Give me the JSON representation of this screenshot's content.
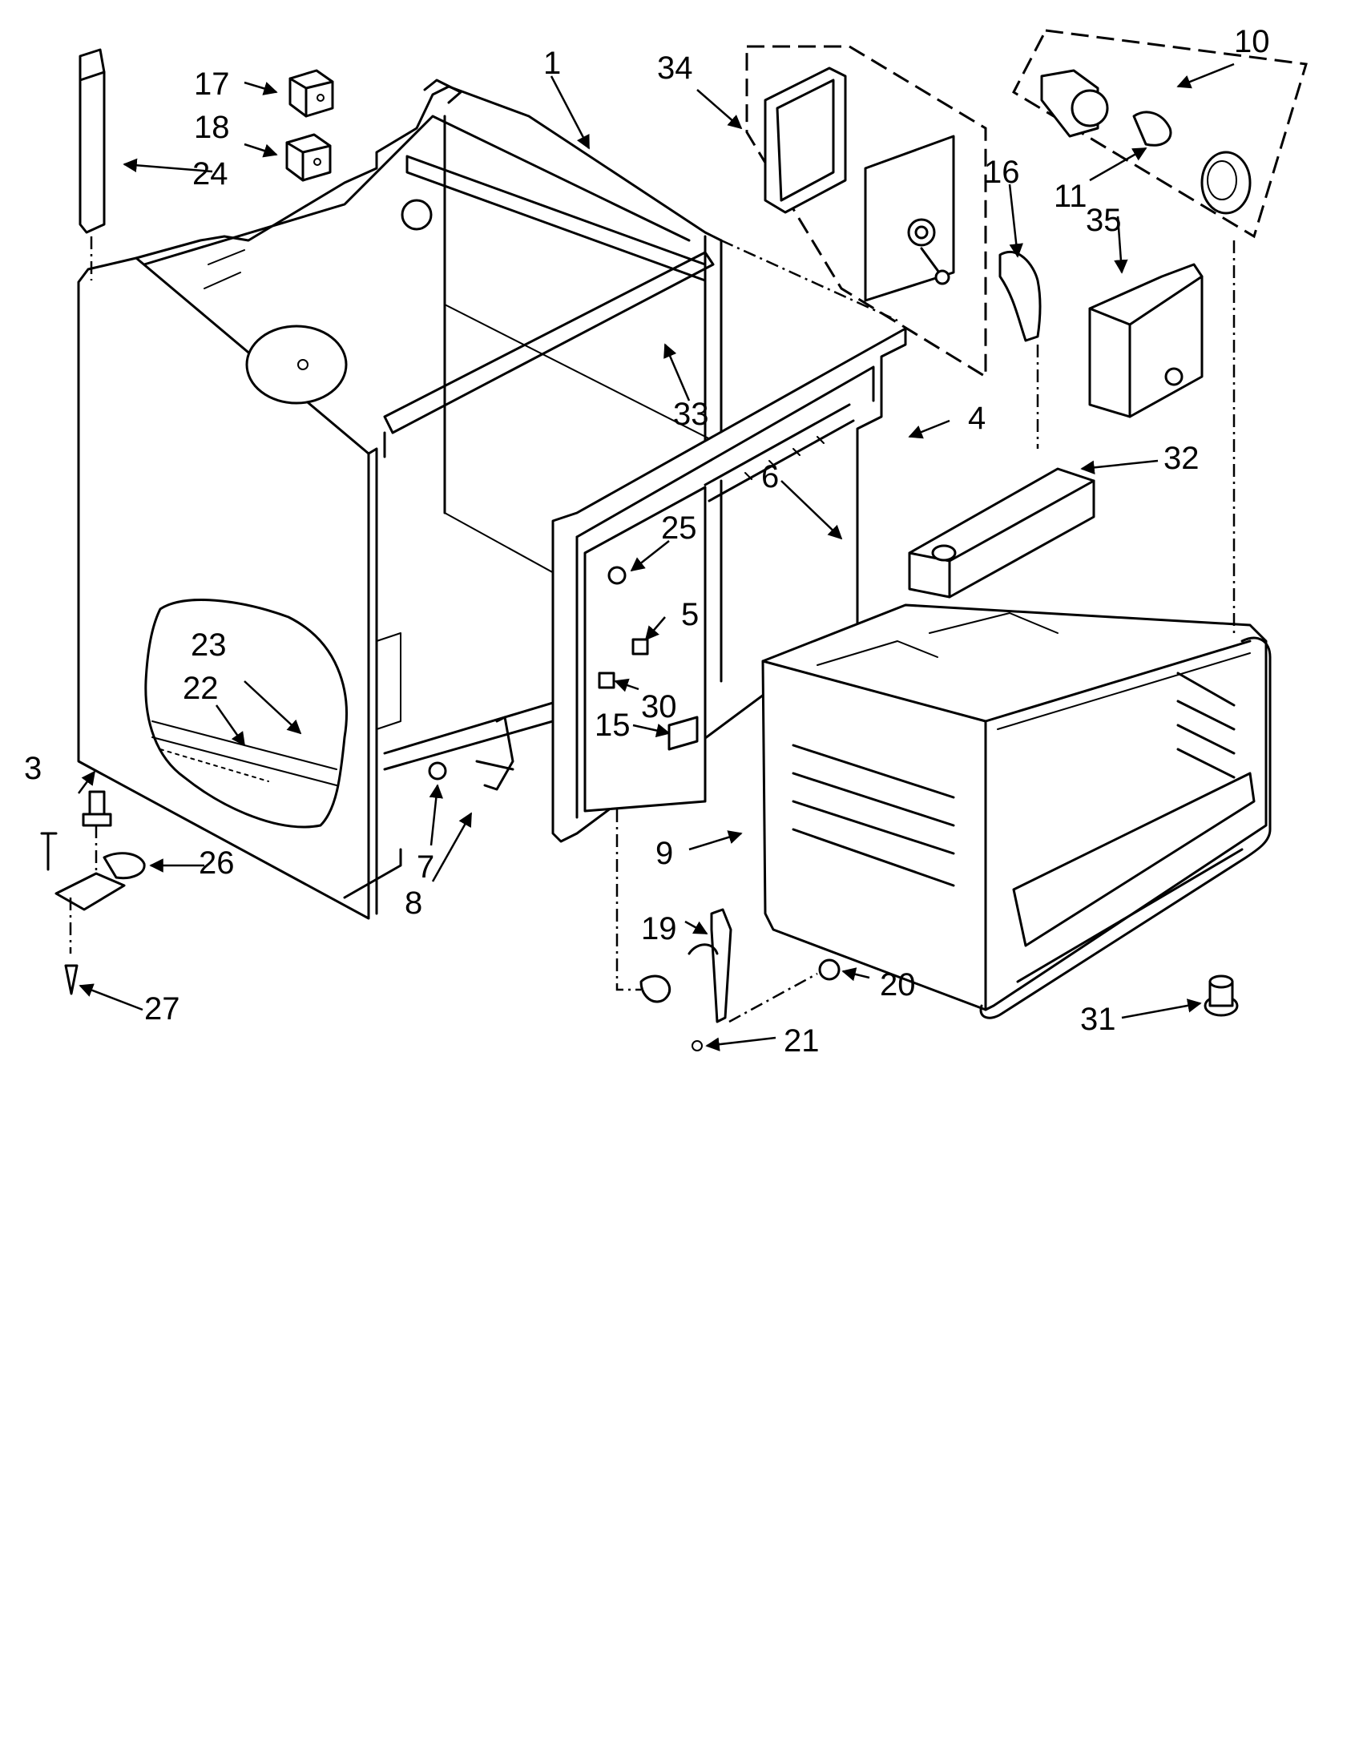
{
  "diagram": {
    "callouts": [
      {
        "id": "c1",
        "text": "1"
      },
      {
        "id": "c3",
        "text": "3"
      },
      {
        "id": "c4",
        "text": "4"
      },
      {
        "id": "c5",
        "text": "5"
      },
      {
        "id": "c6",
        "text": "6"
      },
      {
        "id": "c7",
        "text": "7"
      },
      {
        "id": "c8",
        "text": "8"
      },
      {
        "id": "c9",
        "text": "9"
      },
      {
        "id": "c10",
        "text": "10"
      },
      {
        "id": "c11",
        "text": "11"
      },
      {
        "id": "c15",
        "text": "15"
      },
      {
        "id": "c16",
        "text": "16"
      },
      {
        "id": "c17",
        "text": "17"
      },
      {
        "id": "c18",
        "text": "18"
      },
      {
        "id": "c19",
        "text": "19"
      },
      {
        "id": "c20",
        "text": "20"
      },
      {
        "id": "c21",
        "text": "21"
      },
      {
        "id": "c22",
        "text": "22"
      },
      {
        "id": "c23",
        "text": "23"
      },
      {
        "id": "c24",
        "text": "24"
      },
      {
        "id": "c25",
        "text": "25"
      },
      {
        "id": "c26",
        "text": "26"
      },
      {
        "id": "c27",
        "text": "27"
      },
      {
        "id": "c30",
        "text": "30"
      },
      {
        "id": "c31",
        "text": "31"
      },
      {
        "id": "c32",
        "text": "32"
      },
      {
        "id": "c33",
        "text": "33"
      },
      {
        "id": "c34",
        "text": "34"
      },
      {
        "id": "c35",
        "text": "35"
      }
    ]
  }
}
